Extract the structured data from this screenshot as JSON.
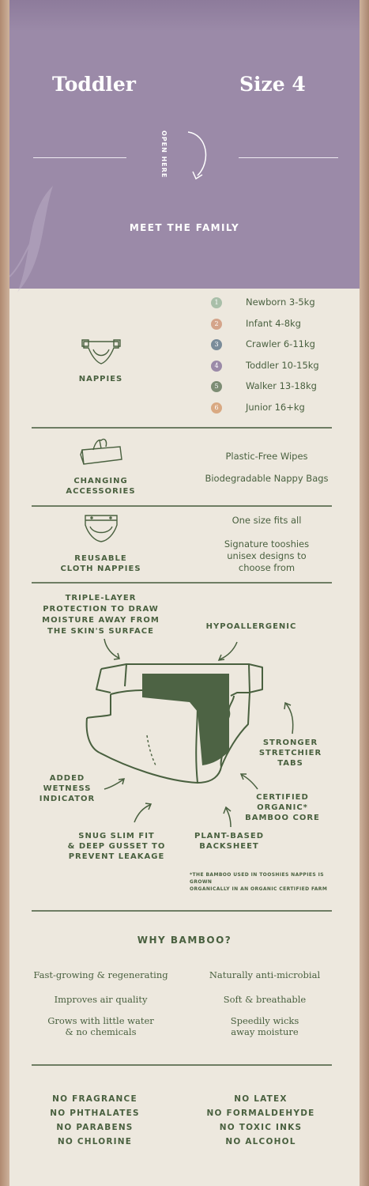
{
  "header": {
    "range": "Toddler",
    "size": "Size 4",
    "open_here": "OPEN HERE",
    "meet_the_family": "MEET THE FAMILY"
  },
  "nappies": {
    "label": "NAPPIES",
    "sizes": [
      {
        "num": "1",
        "name": "Newborn 3-5kg",
        "color": "#a9bfa9"
      },
      {
        "num": "2",
        "name": "Infant 4-8kg",
        "color": "#d4a48a"
      },
      {
        "num": "3",
        "name": "Crawler 6-11kg",
        "color": "#7a8c9a"
      },
      {
        "num": "4",
        "name": "Toddler 10-15kg",
        "color": "#9b8aa8"
      },
      {
        "num": "5",
        "name": "Walker 13-18kg",
        "color": "#7d8d74"
      },
      {
        "num": "6",
        "name": "Junior 16+kg",
        "color": "#d9a982"
      }
    ]
  },
  "changing": {
    "label_1": "CHANGING",
    "label_2": "ACCESSORIES",
    "item_1": "Plastic-Free Wipes",
    "item_2": "Biodegradable Nappy Bags"
  },
  "cloth": {
    "label_1": "REUSABLE",
    "label_2": "CLOTH NAPPIES",
    "item_1": "One size fits all",
    "item_2_line1": "Signature tooshies",
    "item_2_line2": "unisex designs to",
    "item_2_line3": "choose from"
  },
  "features": {
    "triple_1": "TRIPLE-LAYER",
    "triple_2": "PROTECTION TO DRAW",
    "triple_3": "MOISTURE AWAY FROM",
    "triple_4": "THE SKIN'S SURFACE",
    "hypo": "HYPOALLERGENIC",
    "tabs_1": "STRONGER",
    "tabs_2": "STRETCHIER",
    "tabs_3": "TABS",
    "wet_1": "ADDED",
    "wet_2": "WETNESS",
    "wet_3": "INDICATOR",
    "core_1": "CERTIFIED",
    "core_2": "ORGANIC*",
    "core_3": "BAMBOO CORE",
    "snug_1": "SNUG SLIM FIT",
    "snug_2": "& DEEP GUSSET TO",
    "snug_3": "PREVENT LEAKAGE",
    "back_1": "PLANT-BASED",
    "back_2": "BACKSHEET",
    "footnote_1": "*THE BAMBOO USED IN TOOSHIES NAPPIES IS GROWN",
    "footnote_2": "ORGANICALLY IN AN ORGANIC CERTIFIED FARM"
  },
  "why": {
    "title": "WHY BAMBOO?",
    "left_1": "Fast-growing & regenerating",
    "left_2": "Improves air quality",
    "left_3a": "Grows with little water",
    "left_3b": "& no chemicals",
    "right_1": "Naturally anti-microbial",
    "right_2": "Soft & breathable",
    "right_3a": "Speedily wicks",
    "right_3b": "away moisture"
  },
  "free_from": {
    "left": [
      "NO FRAGRANCE",
      "NO PHTHALATES",
      "NO PARABENS",
      "NO CHLORINE"
    ],
    "right": [
      "NO LATEX",
      "NO FORMALDEHYDE",
      "NO TOXIC INKS",
      "NO ALCOHOL"
    ]
  },
  "colors": {
    "purple": "#9b8aa8",
    "green": "#49603f",
    "cream": "#ede8de"
  }
}
